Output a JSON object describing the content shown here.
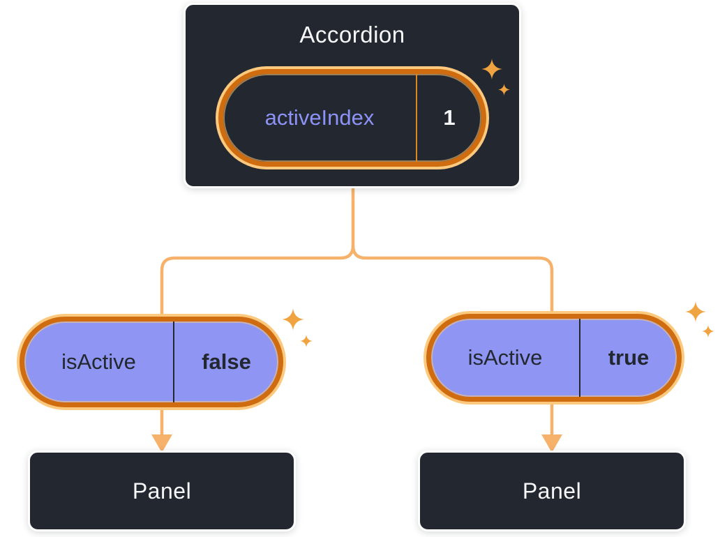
{
  "colors": {
    "background": "#ffffff",
    "box_fill": "#23272f",
    "box_border": "#ffffff",
    "text_light": "#f6f7f9",
    "pill_fill_purple": "#8e95f2",
    "purple_text": "#8d93f6",
    "dark_text": "#23272f",
    "ring": "#cf6c10",
    "halo": "#fcc97e",
    "divider_orange": "#e0861f",
    "line": "#f6b26b",
    "sparkle": "#f0a341"
  },
  "icons": {
    "sparkle_icon": "✦"
  },
  "accordion": {
    "title": "Accordion",
    "state_pill": {
      "label": "activeIndex",
      "value": "1"
    }
  },
  "left_branch": {
    "prop_pill": {
      "label": "isActive",
      "value": "false"
    },
    "panel": {
      "label": "Panel"
    }
  },
  "right_branch": {
    "prop_pill": {
      "label": "isActive",
      "value": "true"
    },
    "panel": {
      "label": "Panel"
    }
  }
}
